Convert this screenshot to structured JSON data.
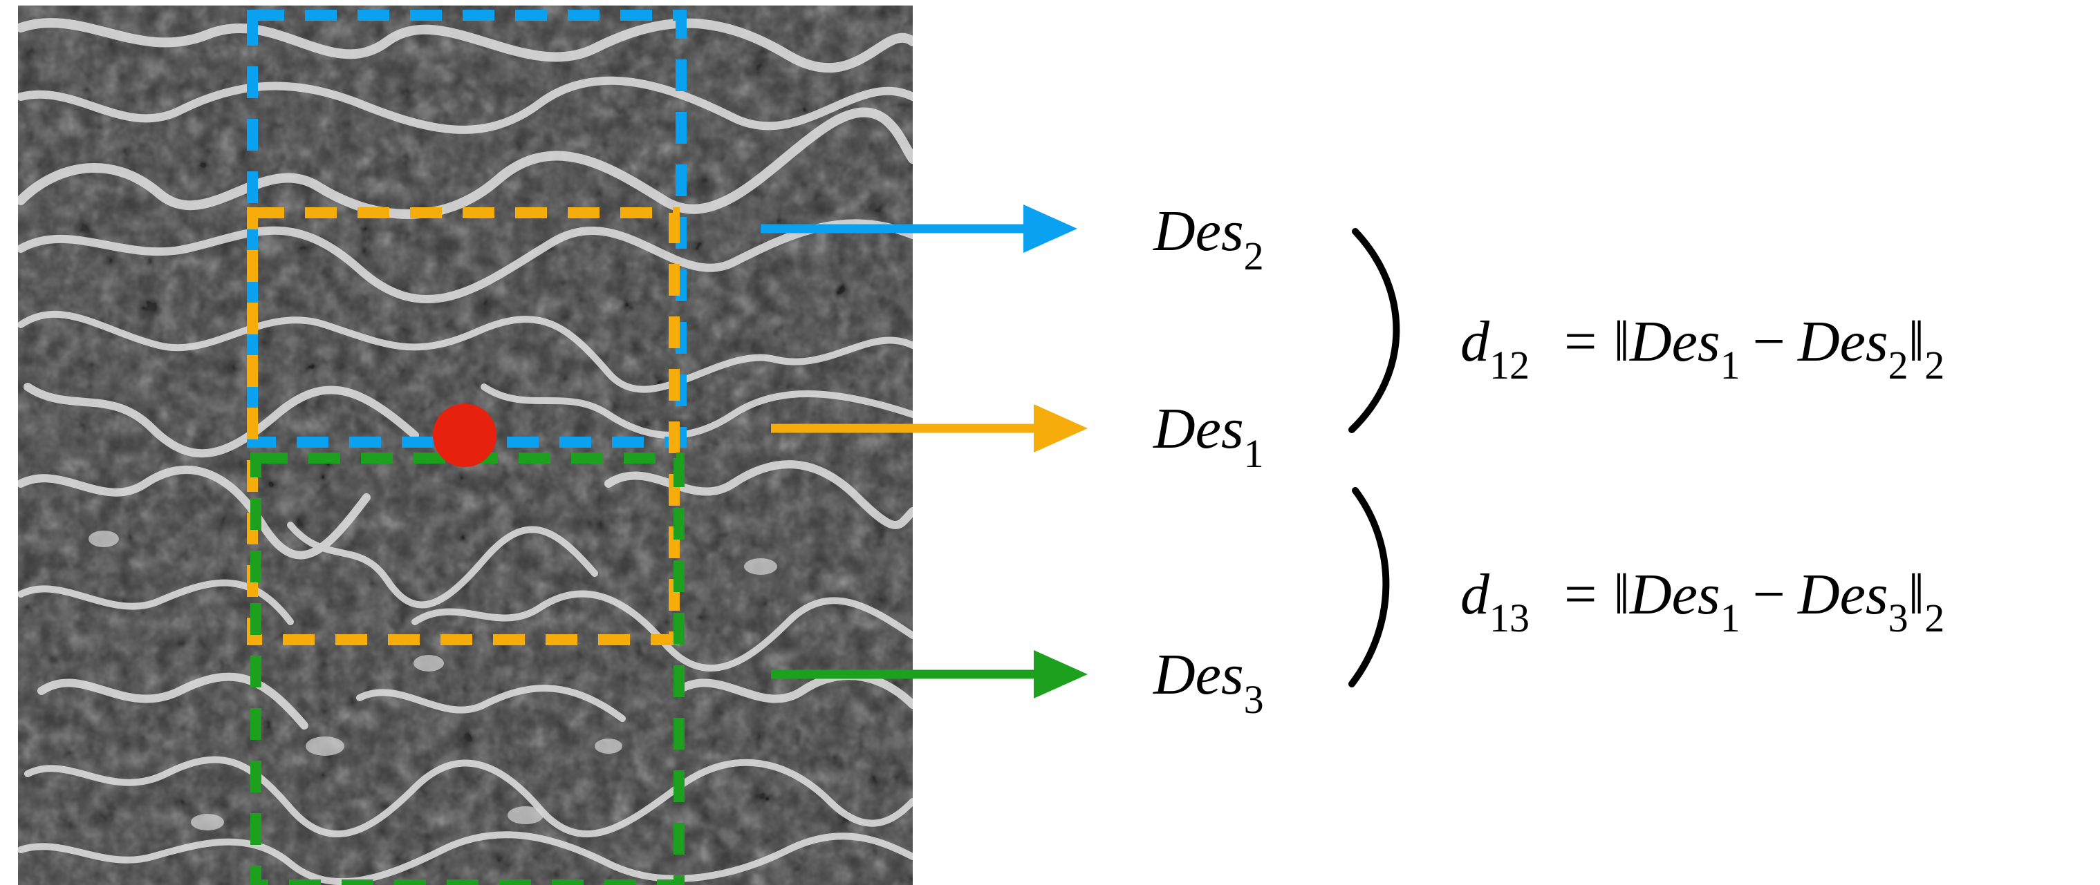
{
  "descriptors": [
    {
      "id": "des2",
      "base": "Des",
      "sub": "2",
      "color": "#0aa1f0"
    },
    {
      "id": "des1",
      "base": "Des",
      "sub": "1",
      "color": "#f6ad0c"
    },
    {
      "id": "des3",
      "base": "Des",
      "sub": "3",
      "color": "#1da01d"
    }
  ],
  "equations": [
    {
      "id": "d12",
      "lhs_base": "d",
      "lhs_sub": "12",
      "equals": "=",
      "norm": "‖",
      "a_base": "Des",
      "a_sub": "1",
      "minus": "−",
      "b_base": "Des",
      "b_sub": "2",
      "norm_sub": "2"
    },
    {
      "id": "d13",
      "lhs_base": "d",
      "lhs_sub": "13",
      "equals": "=",
      "norm": "‖",
      "a_base": "Des",
      "a_sub": "1",
      "minus": "−",
      "b_base": "Des",
      "b_sub": "3",
      "norm_sub": "2"
    }
  ],
  "colors": {
    "blue": "#0aa1f0",
    "orange": "#f6ad0c",
    "green": "#1da01d",
    "keypoint": "#e8200e",
    "texture_dark": "#2a2a2a",
    "texture_light": "#e6e6e6"
  }
}
